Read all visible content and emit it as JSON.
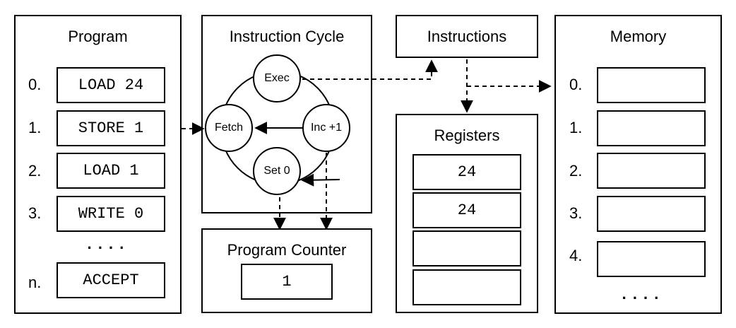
{
  "program": {
    "title": "Program",
    "rows": [
      {
        "index": "0.",
        "instr": "LOAD 24"
      },
      {
        "index": "1.",
        "instr": "STORE 1"
      },
      {
        "index": "2.",
        "instr": "LOAD 1"
      },
      {
        "index": "3.",
        "instr": "WRITE 0"
      }
    ],
    "ellipsis": "....",
    "last": {
      "index": "n.",
      "instr": "ACCEPT"
    }
  },
  "cycle": {
    "title": "Instruction Cycle",
    "exec": "Exec",
    "fetch": "Fetch",
    "inc": "Inc +1",
    "set": "Set 0"
  },
  "program_counter": {
    "title": "Program Counter",
    "value": "1"
  },
  "instructions": {
    "title": "Instructions"
  },
  "registers": {
    "title": "Registers",
    "values": [
      "24",
      "24",
      "",
      ""
    ]
  },
  "memory": {
    "title": "Memory",
    "rows": [
      {
        "index": "0.",
        "value": ""
      },
      {
        "index": "1.",
        "value": ""
      },
      {
        "index": "2.",
        "value": ""
      },
      {
        "index": "3.",
        "value": ""
      },
      {
        "index": "4.",
        "value": ""
      }
    ],
    "ellipsis": "...."
  }
}
